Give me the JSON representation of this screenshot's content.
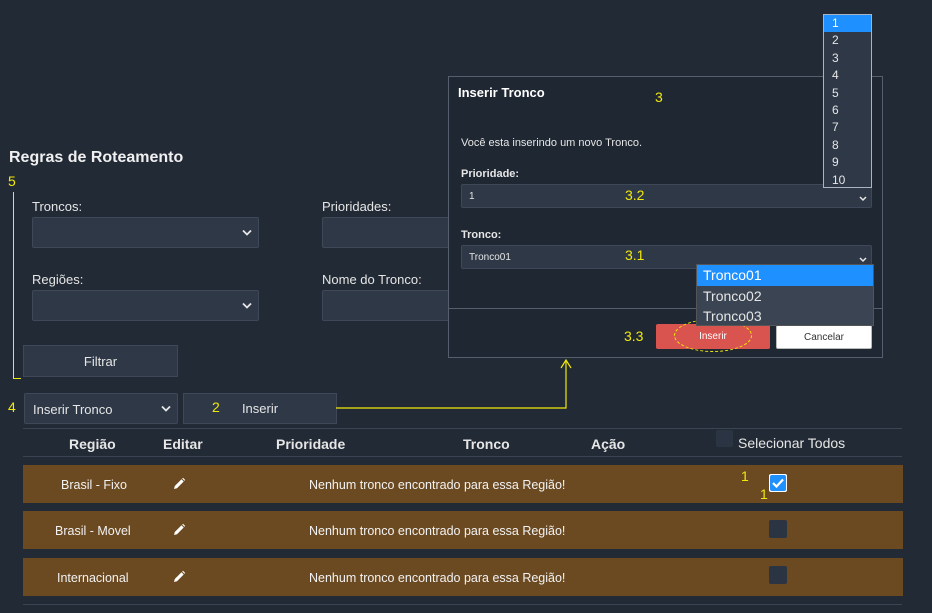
{
  "page": {
    "title": "Regras de Roteamento",
    "filters": {
      "troncos_label": "Troncos:",
      "prioridades_label": "Prioridades:",
      "regioes_label": "Regiões:",
      "nome_tronco_label": "Nome do Tronco:",
      "filtrar_button": "Filtrar"
    },
    "action_select_value": "Inserir Tronco",
    "inserir_button": "Inserir"
  },
  "table": {
    "headers": [
      "Região",
      "Editar",
      "Prioridade",
      "Tronco",
      "Ação"
    ],
    "select_all_label": "Selecionar Todos",
    "rows": [
      {
        "regiao": "Brasil - Fixo",
        "message": "Nenhum tronco encontrado para essa Região!",
        "checked": true
      },
      {
        "regiao": "Brasil - Movel",
        "message": "Nenhum tronco encontrado para essa Região!",
        "checked": false
      },
      {
        "regiao": "Internacional",
        "message": "Nenhum tronco encontrado para essa Região!",
        "checked": false
      }
    ]
  },
  "modal": {
    "title": "Inserir Tronco",
    "description": "Você esta inserindo um novo Tronco.",
    "prioridade_label": "Prioridade:",
    "prioridade_value": "1",
    "tronco_label": "Tronco:",
    "tronco_value": "Tronco01",
    "inserir_button": "Inserir",
    "cancelar_button": "Cancelar"
  },
  "priority_options": [
    "1",
    "2",
    "3",
    "4",
    "5",
    "6",
    "7",
    "8",
    "9",
    "10"
  ],
  "tronco_options": [
    "Tronco01",
    "Tronco02",
    "Tronco03"
  ],
  "annotations": {
    "a5": "5",
    "a4": "4",
    "a2": "2",
    "a3": "3",
    "a32": "3.2",
    "a31": "3.1",
    "a33": "3.3",
    "a1a": "1",
    "a1b": "1"
  },
  "colors": {
    "background": "#222a35",
    "row": "#6b4a22",
    "accent_blue": "#1e90ff",
    "danger": "#d9534f",
    "annotation": "#f1e90a"
  }
}
